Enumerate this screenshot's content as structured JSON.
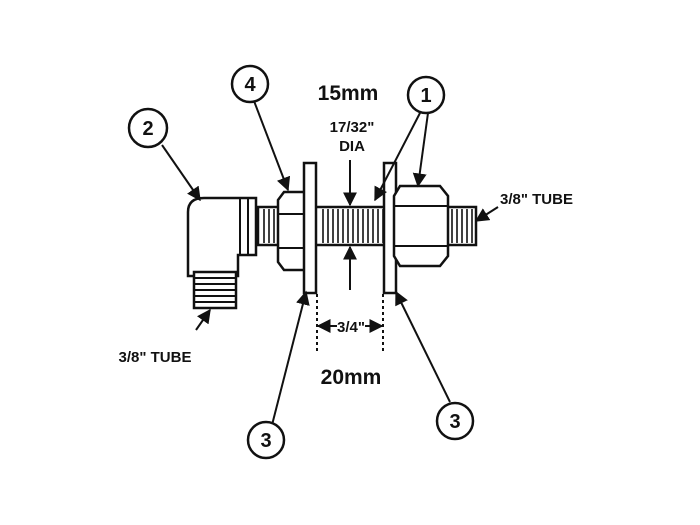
{
  "callouts": {
    "c1": "1",
    "c2": "2",
    "c3_left": "3",
    "c3_right": "3",
    "c4": "4"
  },
  "labels": {
    "top_metric": "15mm",
    "diameter_line1": "17/32\"",
    "diameter_line2": "DIA",
    "gap_imperial": "3/4\"",
    "gap_metric": "20mm",
    "right_tube": "3/8\" TUBE",
    "left_tube": "3/8\" TUBE"
  },
  "colors": {
    "ink": "#111111",
    "paper": "#ffffff"
  }
}
